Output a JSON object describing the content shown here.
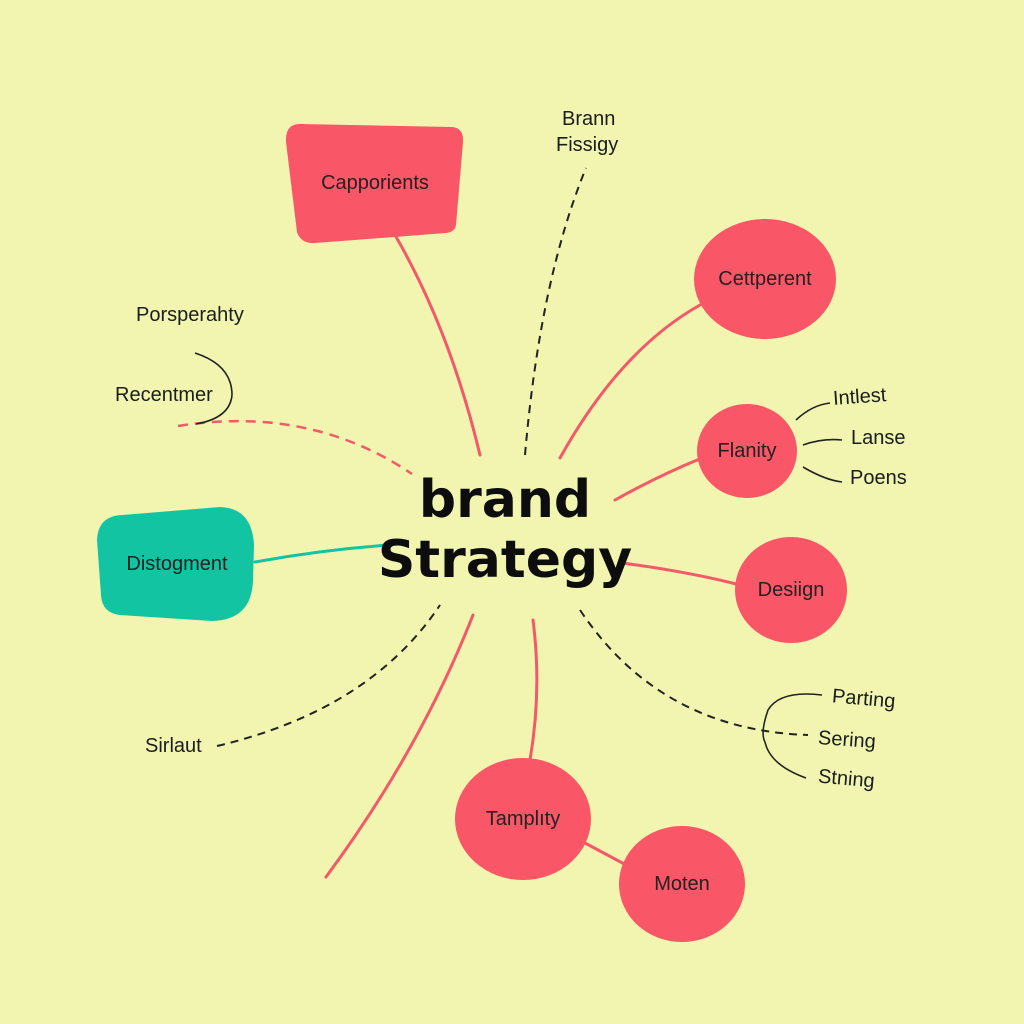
{
  "colors": {
    "background": "#f1f5b0",
    "node_red": "#f95668",
    "node_teal": "#13c4a3",
    "link_red": "#f25a6a",
    "link_teal": "#13c4a3",
    "link_dashed": "#222222"
  },
  "center": {
    "line1": "brand",
    "line2": "Strategy"
  },
  "nodes": {
    "capporients": "Capporients",
    "cettperent": "Cettperent",
    "flanity": "Flanity",
    "design": "Desiign",
    "distogment": "Distogment",
    "tamplity": "Tamplıty",
    "moten": "Moten"
  },
  "labels": {
    "brann_fissigy_line1": "Brann",
    "brann_fissigy_line2": "Fissigy",
    "porsperahty": "Porsperahty",
    "recentmer": "Recentmer",
    "intlest": "Intlest",
    "lanse": "Lanse",
    "poens": "Poens",
    "parting": "Parting",
    "sering": "Sering",
    "stning": "Stning",
    "sirlaut": "Sirlaut"
  }
}
